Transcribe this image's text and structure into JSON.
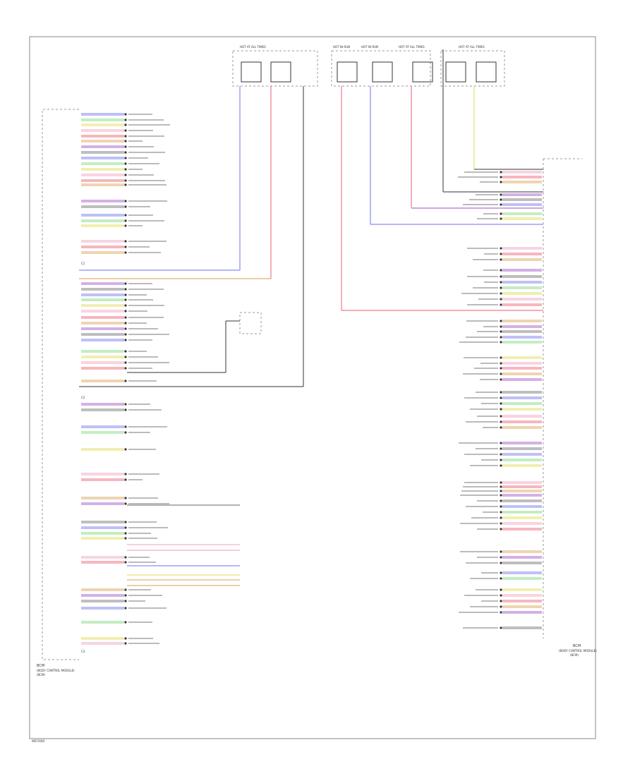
{
  "page": {
    "doc_code": "W6740ID",
    "colors": {
      "blue": "#8a8af0",
      "red": "#f07a8a",
      "purple": "#b070d0",
      "green": "#90e090",
      "orange": "#e0b070",
      "pink": "#f0b0c8",
      "yellow": "#e8e070",
      "gray": "#888888"
    }
  },
  "left_module": {
    "title": "BCM",
    "subtitle_lines": [
      "(BODY CONTROL MODULE)",
      "(BCM)"
    ],
    "connector_labels": [
      "C1",
      "C2",
      "C3"
    ]
  },
  "right_module": {
    "title": "BCM",
    "subtitle_lines": [
      "(BODY CONTROL MODULE)",
      "(BCM)"
    ]
  },
  "top_fuses": [
    {
      "label": "HOT AT ALL TIMES"
    },
    {
      "label": "HOT IN RUN"
    },
    {
      "label": "HOT IN RUN"
    },
    {
      "label": "HOT AT ALL TIMES"
    },
    {
      "label": "HOT AT ALL TIMES"
    }
  ]
}
